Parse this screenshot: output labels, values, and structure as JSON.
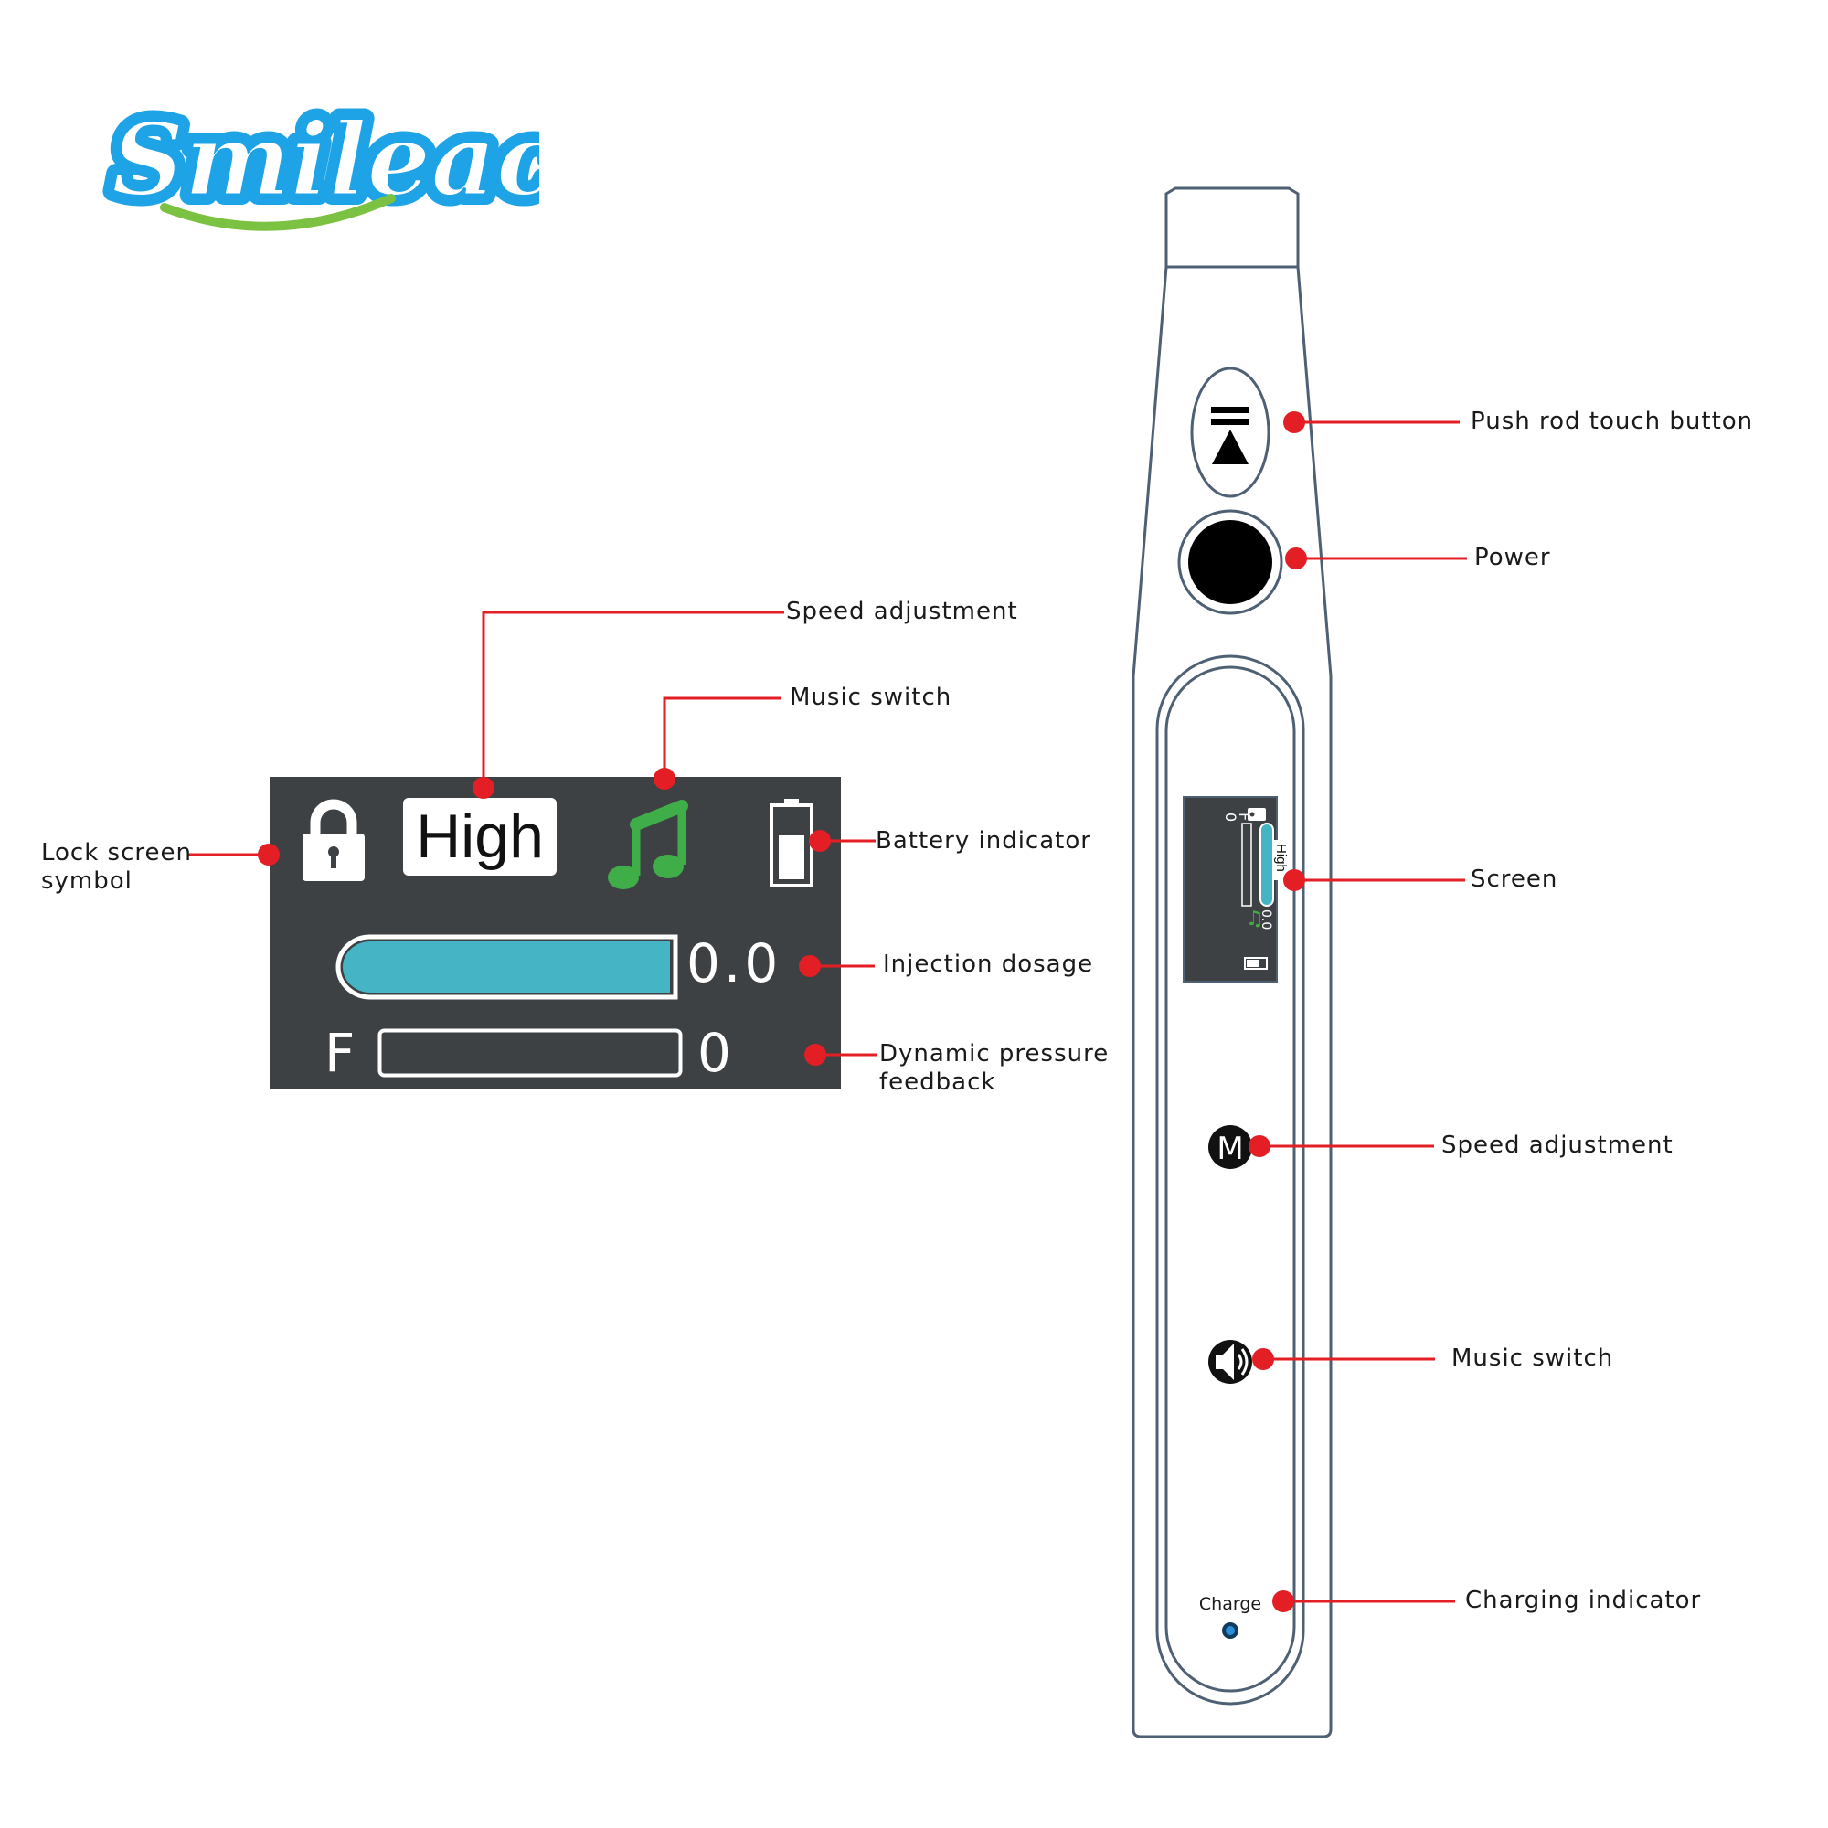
{
  "brand": {
    "logo_text": "Smileace",
    "colors": {
      "blue": "#1ea3e6",
      "green": "#7cc242"
    }
  },
  "screen_display": {
    "speed_mode": "High",
    "injection_value": "0.0",
    "feedback_prefix": "F",
    "feedback_value": "0",
    "injection_fill_fraction": 1.0,
    "pressure_fill_fraction": 0.0,
    "colors": {
      "background": "#3e4144",
      "fill": "#45b4c5",
      "music": "#3fae49",
      "text": "#ffffff"
    },
    "icons": [
      "lock-icon",
      "music-note-icon",
      "battery-icon"
    ]
  },
  "screen_callouts": {
    "speed_adjustment": "Speed adjustment",
    "music_switch": "Music switch",
    "lock_screen_symbol": "Lock screen symbol",
    "battery_indicator": "Battery indicator",
    "injection_dosage": "Injection dosage",
    "dynamic_pressure_feedback": "Dynamic pressure feedback"
  },
  "device": {
    "charge_text": "Charge",
    "speed_button_letter": "M",
    "icons": [
      "push-rod-icon",
      "power-button-icon",
      "speaker-icon",
      "charge-led-icon"
    ],
    "colors": {
      "outline": "#4e6073",
      "callout": "#e31e24"
    }
  },
  "device_callouts": {
    "push_rod_touch_button": "Push rod touch button",
    "power": "Power",
    "screen": "Screen",
    "speed_adjustment": "Speed adjustment",
    "music_switch": "Music switch",
    "charging_indicator": "Charging indicator"
  }
}
